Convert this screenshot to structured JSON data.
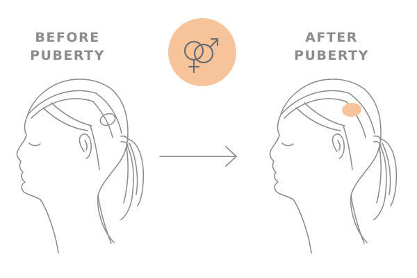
{
  "labels": {
    "before": [
      "BEFORE",
      "PUBERTY"
    ],
    "after": [
      "AFTER",
      "PUBERTY"
    ]
  },
  "colors": {
    "line": "#8f8f8f",
    "accent": "#f7c39a",
    "symbol_stroke": "#6d6d6d",
    "background": "#ffffff"
  },
  "icons": {
    "center_symbol": "male-female-symbol-icon",
    "transition": "arrow-right-icon",
    "before_brain_spot": "brain-spot-inactive-icon",
    "after_brain_spot": "brain-spot-active-icon"
  }
}
